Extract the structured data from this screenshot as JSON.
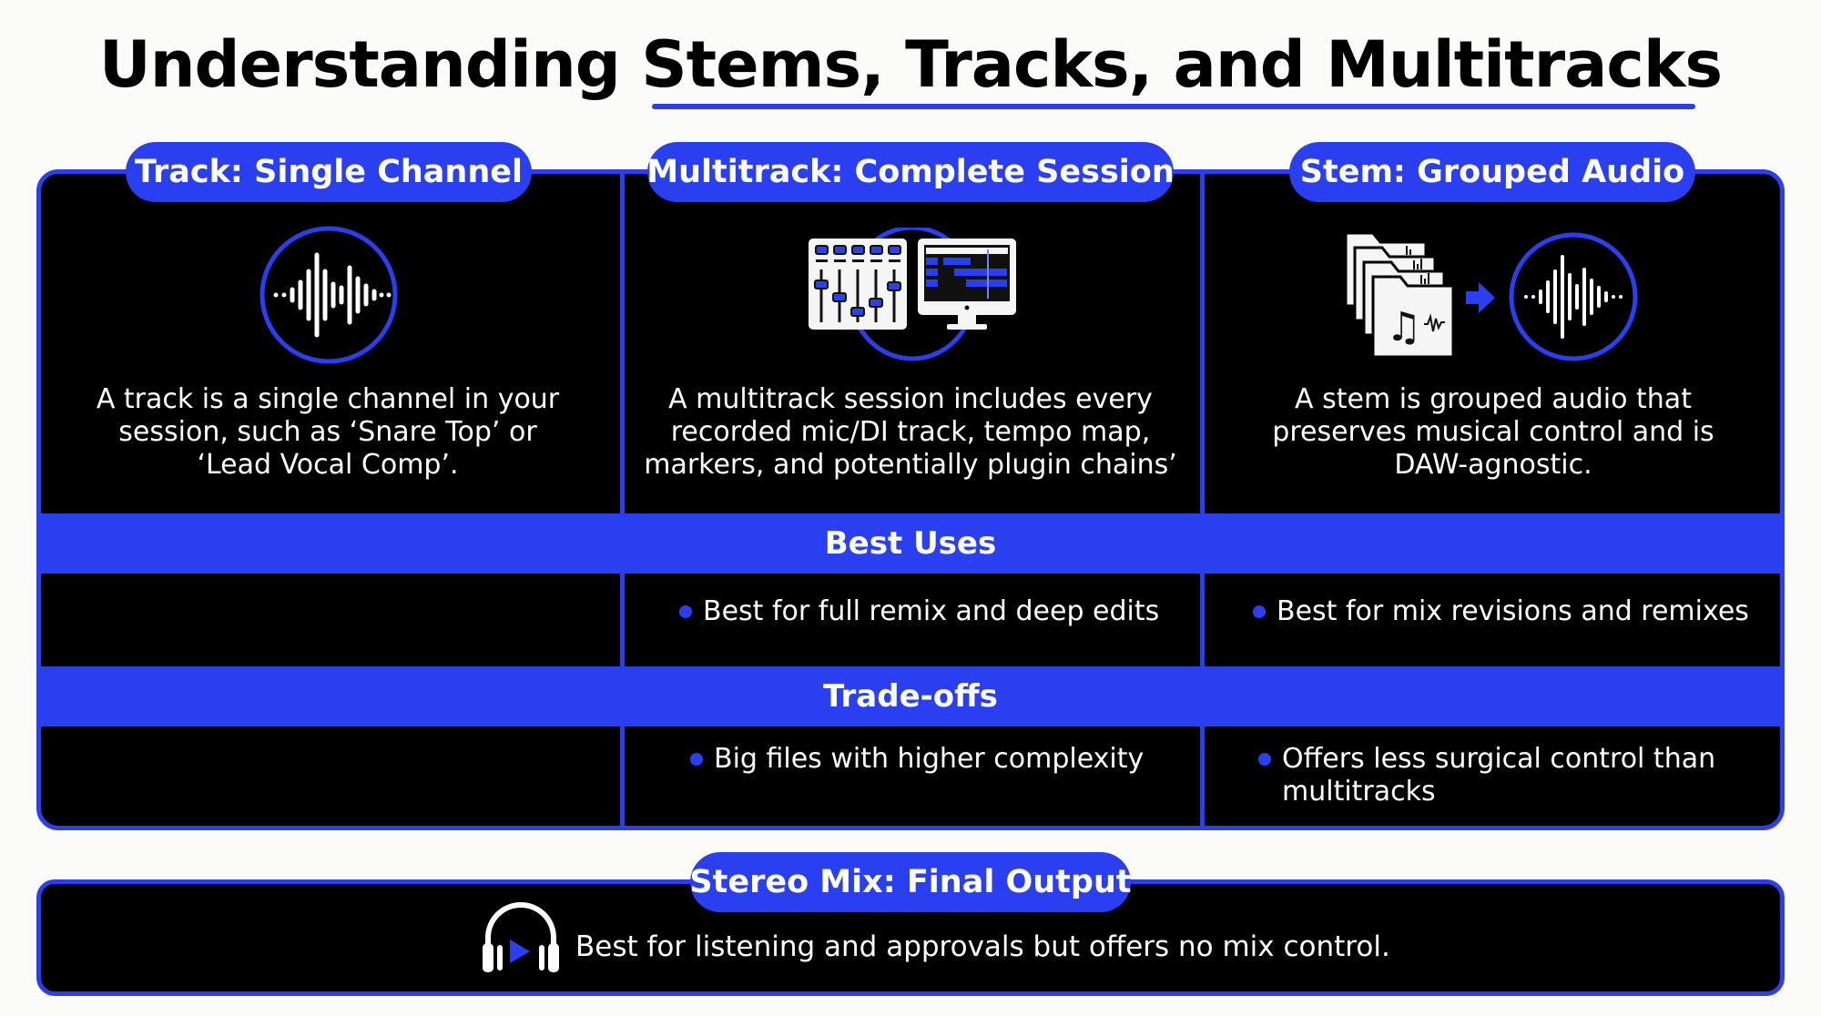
{
  "title": "Understanding Stems, Tracks, and Multitracks",
  "colors": {
    "accent": "#2a3ff0",
    "panel_bg": "#000000",
    "page_bg": "#fbfbf9",
    "text_light": "#ffffff"
  },
  "columns": [
    {
      "heading": "Track: Single Channel",
      "icon": "waveform-circle-icon",
      "description": "A track is a single channel in your session, such as ‘Snare Top’ or ‘Lead Vocal Comp’.",
      "best_use": "",
      "trade_off": ""
    },
    {
      "heading": "Multitrack: Complete Session",
      "icon": "mixer-and-monitor-icon",
      "description": "A multitrack session includes every recorded mic/DI track, tempo map, markers, and potentially plugin chains’",
      "best_use": "Best for full remix and deep edits",
      "trade_off": "Big files with higher complexity"
    },
    {
      "heading": "Stem: Grouped Audio",
      "icon": "folders-to-waveform-icon",
      "description": "A stem is grouped audio that preserves musical control and is DAW-agnostic.",
      "best_use": "Best for mix revisions and remixes",
      "trade_off": "Offers less surgical control than multitracks"
    }
  ],
  "bands": {
    "best_uses": "Best Uses",
    "trade_offs": "Trade-offs"
  },
  "stereo_mix": {
    "heading": "Stereo Mix: Final Output",
    "icon": "headphones-play-icon",
    "description": "Best for listening and approvals but offers no mix control."
  }
}
